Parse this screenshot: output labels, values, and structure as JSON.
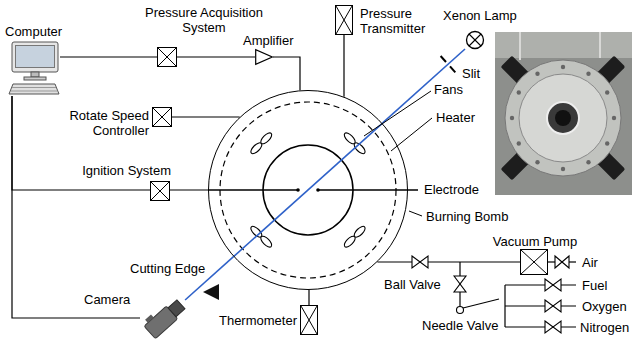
{
  "diagram": {
    "nodes": [
      {
        "text": [
          "Computer"
        ]
      },
      {
        "text": [
          "Pressure Acquisition System"
        ]
      },
      {
        "text": [
          "Amplifier"
        ]
      },
      {
        "text": [
          "Pressure Transmitter"
        ]
      },
      {
        "text": [
          "Xenon Lamp"
        ]
      },
      {
        "text": [
          "Rotate Speed Controller"
        ]
      },
      {
        "text": [
          "Ignition System"
        ]
      },
      {
        "text": [
          "Burning Bomb"
        ]
      },
      {
        "text": [
          "Camera"
        ]
      },
      {
        "text": [
          "Thermometer"
        ]
      },
      {
        "text": [
          "Vacuum Pump"
        ]
      }
    ],
    "edges": [
      {
        "from": 0,
        "to": 1,
        "arrow": "none"
      },
      {
        "from": 1,
        "to": 2,
        "arrow": "none"
      },
      {
        "from": 2,
        "to": 7,
        "arrow": "none"
      },
      {
        "from": 3,
        "to": 7,
        "arrow": "none"
      },
      {
        "from": 5,
        "to": 7,
        "arrow": "none"
      },
      {
        "from": 0,
        "to": 6,
        "arrow": "none"
      },
      {
        "from": 6,
        "to": 7,
        "arrow": "none"
      },
      {
        "from": 4,
        "to": 7,
        "arrow": "none"
      },
      {
        "from": 7,
        "to": 8,
        "arrow": "none"
      },
      {
        "from": 0,
        "to": 8,
        "arrow": "none"
      },
      {
        "from": 9,
        "to": 7,
        "arrow": "none"
      },
      {
        "from": 7,
        "to": 10,
        "arrow": "none"
      }
    ],
    "labels": [
      "Slit",
      "Fans",
      "Heater",
      "Electrode",
      "Cutting Edge",
      "Ball Valve",
      "Air",
      "Needle Valve",
      "Fuel",
      "Oxygen",
      "Nitrogen"
    ]
  }
}
